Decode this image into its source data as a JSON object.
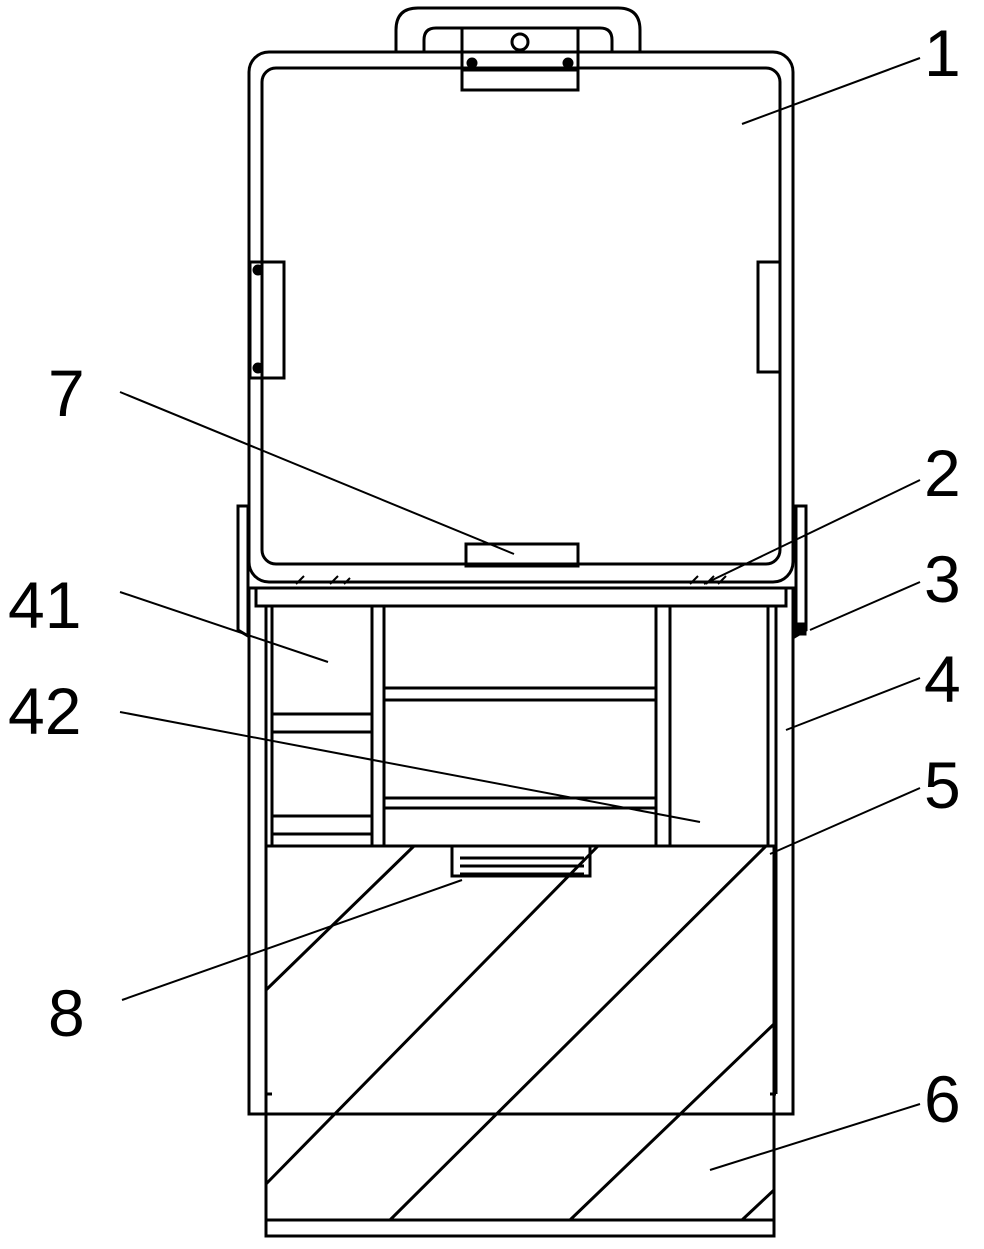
{
  "labels": {
    "l1": "1",
    "l2": "2",
    "l3": "3",
    "l4": "4",
    "l5": "5",
    "l6": "6",
    "l7": "7",
    "l8": "8",
    "l41": "41",
    "l42": "42"
  },
  "colors": {
    "line": "#000000",
    "background": "#ffffff"
  }
}
